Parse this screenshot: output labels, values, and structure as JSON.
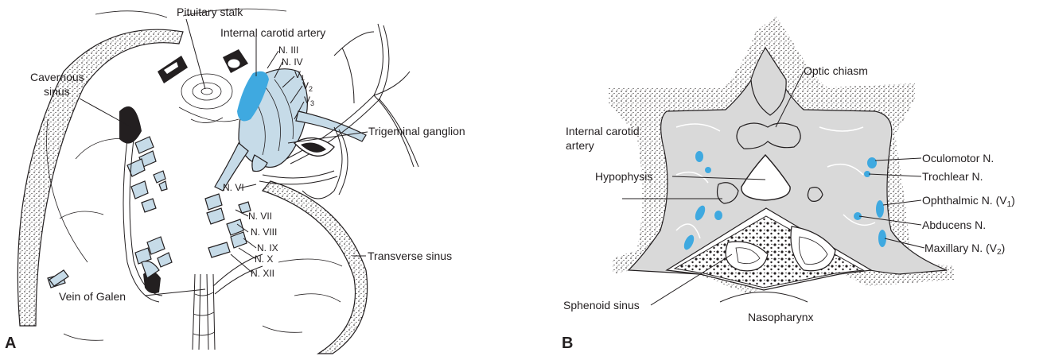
{
  "colors": {
    "highlight": "#3fa9e0",
    "nerve_fill": "#c6dbe8",
    "bone_fill": "#d9d9d9",
    "ink": "#231f20"
  },
  "panel_a": {
    "letter": "A",
    "labels": {
      "pituitary_stalk": "Pituitary stalk",
      "internal_carotid_artery": "Internal carotid artery",
      "cavernous_sinus_1": "Cavernous",
      "cavernous_sinus_2": "sinus",
      "n3": "N. III",
      "n4": "N. IV",
      "v1_main": "V",
      "v1_sub": "1",
      "v2_main": "V",
      "v2_sub": "2",
      "v3_main": "V",
      "v3_sub": "3",
      "trigeminal_ganglion": "Trigeminal ganglion",
      "n6": "N. VI",
      "n7": "N. VII",
      "n8": "N. VIII",
      "n9": "N. IX",
      "n10": "N. X",
      "n12": "N. XII",
      "transverse_sinus": "Transverse sinus",
      "vein_of_galen": "Vein of Galen"
    }
  },
  "panel_b": {
    "letter": "B",
    "labels": {
      "optic_chiasm": "Optic chiasm",
      "internal_carotid_1": "Internal carotid",
      "internal_carotid_2": "artery",
      "hypophysis": "Hypophysis",
      "oculomotor": "Oculomotor N.",
      "trochlear": "Trochlear N.",
      "ophthalmic_main": "Ophthalmic N. (V",
      "ophthalmic_sub": "1",
      "ophthalmic_end": ")",
      "abducens": "Abducens N.",
      "maxillary_main": "Maxillary N. (V",
      "maxillary_sub": "2",
      "maxillary_end": ")",
      "sphenoid_sinus": "Sphenoid sinus",
      "nasopharynx": "Nasopharynx"
    }
  }
}
